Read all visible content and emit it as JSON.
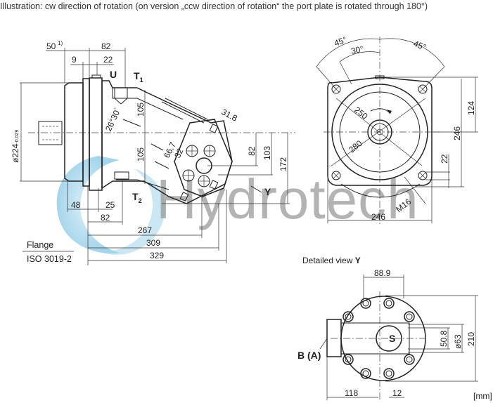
{
  "caption": "Illustration: cw direction of rotation (on version „ccw direction of rotation“ the port plate is rotated through 180°)",
  "watermark": "Hydrotech",
  "side_view": {
    "dims": {
      "d50": "50",
      "d50_note": "1)",
      "d82_top": "82",
      "d9": "9",
      "d22": "22",
      "angle": "26°30´",
      "d105_upper": "105",
      "d105_lower": "105",
      "d31_8": "31.8",
      "d66_7": "66.7",
      "d32": "32",
      "d82_right": "82",
      "d103": "103",
      "d172": "172",
      "d48": "48",
      "d25": "25",
      "d82_bottom": "82",
      "d267": "267",
      "d309": "309",
      "d329": "329",
      "diameter": "ø224",
      "diameter_tol": "-0.029"
    },
    "ports": {
      "u": "U",
      "t1": "T",
      "t1_sub": "1",
      "t2": "T",
      "t2_sub": "2"
    },
    "view_marker": "Y",
    "flange_label": "Flange",
    "flange_standard": "ISO 3019-2"
  },
  "front_view": {
    "dims": {
      "a45_left": "45°",
      "a45_right": "45°",
      "a30": "30°",
      "d250": "250",
      "d280": "280",
      "d124": "124",
      "d246_v": "246",
      "d22": "22",
      "m16": "M16",
      "d246_h": "246"
    }
  },
  "detail_view": {
    "title": "Detailed view ",
    "title_bold": "Y",
    "dims": {
      "d88_9": "88.9",
      "d50_8": "50.8",
      "d63": "ø63",
      "d210": "210",
      "d118": "118",
      "d12": "12"
    },
    "port_s": "S",
    "port_b": "B (A)"
  },
  "unit": "[mm]"
}
